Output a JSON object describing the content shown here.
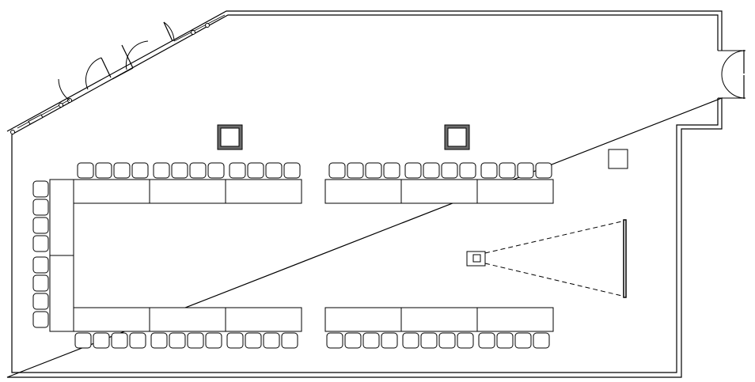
{
  "plan": {
    "tables": {
      "top_left_row": 3,
      "top_right_row": 3,
      "bottom_left_row": 3,
      "bottom_right_row": 3,
      "left_end": 2
    },
    "chairs": {
      "top_left_row": 12,
      "top_right_row": 12,
      "bottom_left_row": 12,
      "bottom_right_row": 12,
      "left_end": 8
    },
    "columns": 2,
    "projector": 1,
    "screen": 1
  }
}
